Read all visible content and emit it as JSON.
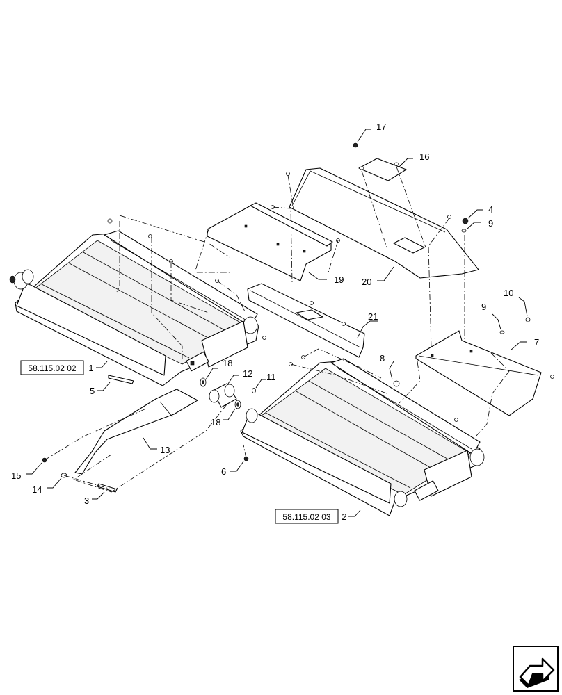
{
  "callouts": {
    "c1": "1",
    "c2": "2",
    "c3": "3",
    "c4": "4",
    "c5": "5",
    "c6": "6",
    "c7": "7",
    "c8": "8",
    "c9a": "9",
    "c9b": "9",
    "c10": "10",
    "c11": "11",
    "c12": "12",
    "c13": "13",
    "c14": "14",
    "c15": "15",
    "c16": "16",
    "c17": "17",
    "c18a": "18",
    "c18b": "18",
    "c19": "19",
    "c20": "20",
    "c21": "21"
  },
  "references": {
    "left_conveyor": "58.115.02 02",
    "right_conveyor": "58.115.02 03"
  },
  "nav_icon": "next-page-arrow-icon"
}
